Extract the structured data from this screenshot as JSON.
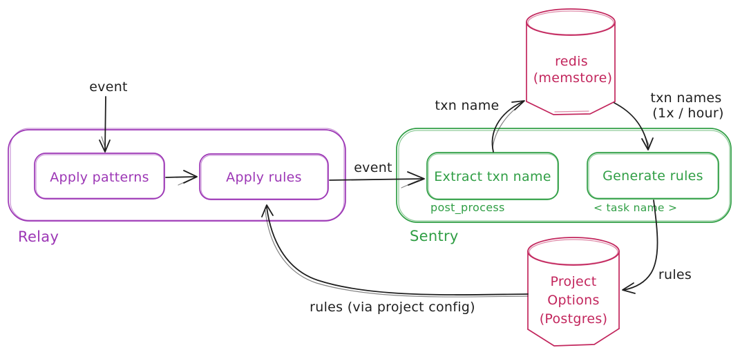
{
  "colors": {
    "relay": "#9c36b5",
    "sentry": "#2f9e44",
    "datastore": "#c2255c",
    "arrow_ink": "#1e1e1e",
    "background": "#ffffff"
  },
  "relay": {
    "label": "Relay",
    "nodes": {
      "apply_patterns": "Apply patterns",
      "apply_rules": "Apply rules"
    }
  },
  "sentry": {
    "label": "Sentry",
    "nodes": {
      "extract_txn_name": "Extract txn name",
      "extract_caption": "post_process",
      "generate_rules": "Generate rules",
      "generate_caption": "< task name >"
    }
  },
  "datastores": {
    "redis": {
      "name": "redis",
      "kind": "(memstore)"
    },
    "project_options": {
      "name_line1": "Project",
      "name_line2": "Options",
      "kind": "(Postgres)"
    }
  },
  "edges": {
    "event_in": "event",
    "event_relay_to_sentry": "event",
    "txn_name": "txn name",
    "txn_names_line1": "txn names",
    "txn_names_line2": "(1x / hour)",
    "rules": "rules",
    "rules_via_project_config": "rules (via project config)"
  }
}
